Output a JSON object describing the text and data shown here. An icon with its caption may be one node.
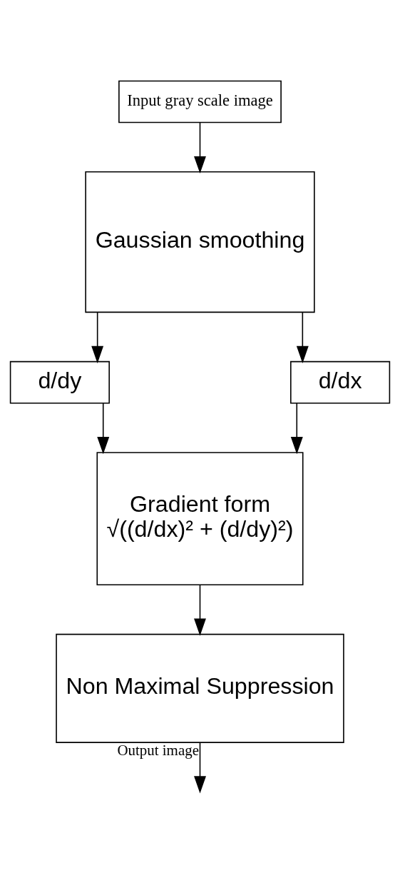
{
  "diagram": {
    "nodes": [
      {
        "text": [
          "Input gray scale image"
        ]
      },
      {
        "text": [
          "Gaussian smoothing"
        ]
      },
      {
        "text": [
          "d/dy"
        ]
      },
      {
        "text": [
          "d/dx"
        ]
      },
      {
        "text": [
          "Gradient form",
          "√((d/dx)² + (d/dy)²)"
        ]
      },
      {
        "text": [
          "Non Maximal Suppression"
        ]
      }
    ],
    "edges": [
      {
        "from": 0,
        "to": 1,
        "arrow": "to"
      },
      {
        "from": 1,
        "to": 2,
        "arrow": "to"
      },
      {
        "from": 1,
        "to": 3,
        "arrow": "to"
      },
      {
        "from": 2,
        "to": 4,
        "arrow": "to"
      },
      {
        "from": 3,
        "to": 4,
        "arrow": "to"
      },
      {
        "from": 4,
        "to": 5,
        "arrow": "to"
      },
      {
        "from": 5,
        "to": null,
        "arrow": "to",
        "label": "Output image"
      }
    ]
  }
}
